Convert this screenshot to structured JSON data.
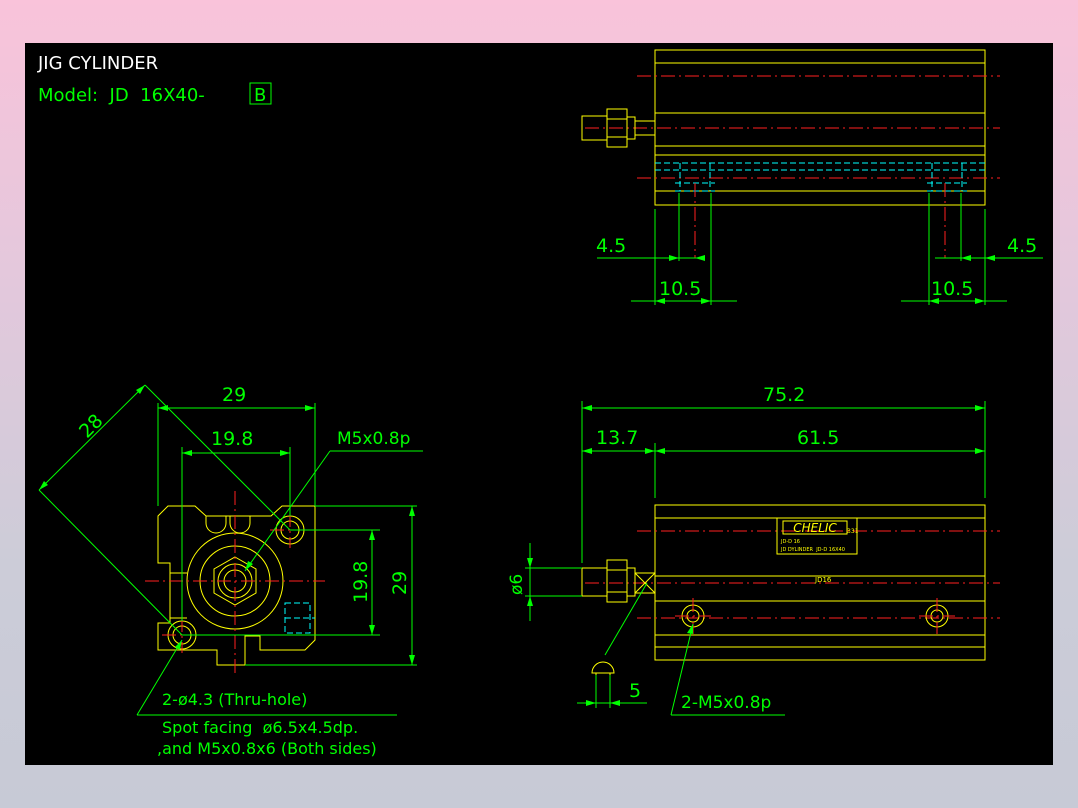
{
  "title": "JIG CYLINDER",
  "model_prefix": "Model:  JD  16X40-",
  "model_suffix": "B",
  "dims": {
    "top_left_45": "4.5",
    "top_left_105": "10.5",
    "top_right_45": "4.5",
    "top_right_105": "10.5",
    "front_28": "28",
    "front_29_top": "29",
    "front_198_top": "19.8",
    "front_m5": "M5x0.8p",
    "front_198_side": "19.8",
    "front_29_side": "29",
    "side_752": "75.2",
    "side_137": "13.7",
    "side_615": "61.5",
    "side_phi6": "ø6",
    "side_5": "5",
    "side_m5": "2-M5x0.8p"
  },
  "notes": {
    "line1": "2-ø4.3 (Thru-hole)",
    "line2": "Spot facing  ø6.5x4.5dp.",
    "line3": ",and M5x0.8x6 (Both sides)"
  },
  "label_plate": {
    "brand": "CHELIC",
    "code": "331",
    "line1": "JD-D 16",
    "line2": "JD DYLINDER  JD-D 16X40",
    "model": "JD16"
  },
  "colors": {
    "page_background": "#000000",
    "dimension": "#00ff00",
    "outline": "#ffff00",
    "centerline": "#ff2020",
    "hidden": "#00ffff",
    "title_text": "#ffffff"
  }
}
